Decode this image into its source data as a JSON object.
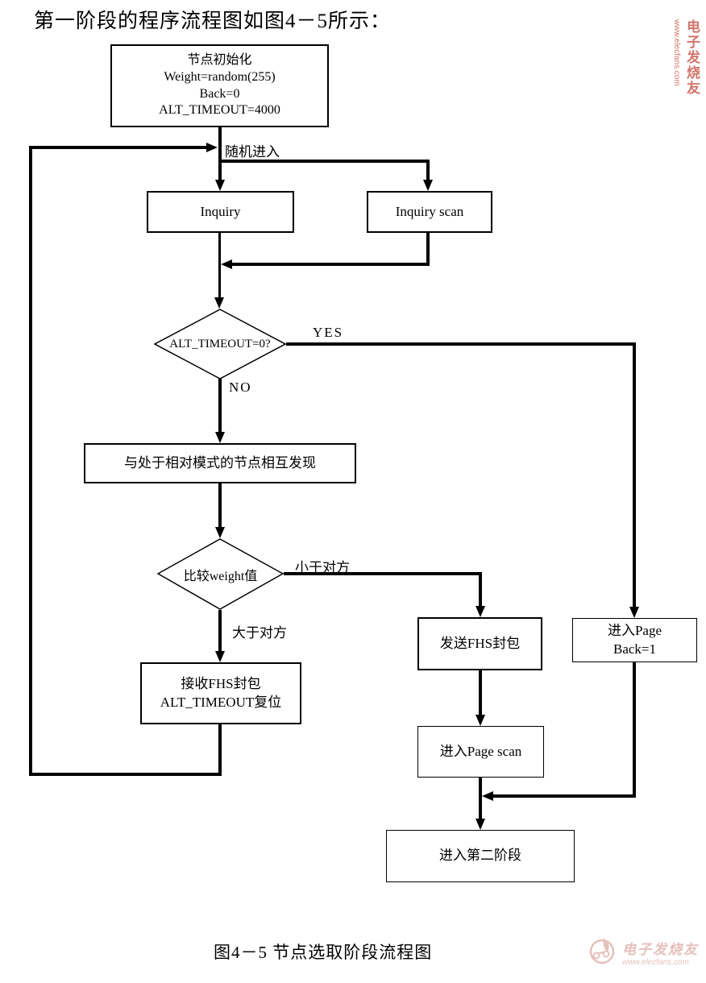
{
  "page": {
    "title": "第一阶段的程序流程图如图4－5所示：",
    "caption": "图4－5 节点选取阶段流程图"
  },
  "nodes": {
    "init": {
      "lines": [
        "节点初始化",
        "Weight=random(255)",
        "Back=0",
        "ALT_TIMEOUT=4000"
      ]
    },
    "inquiry": {
      "label": "Inquiry"
    },
    "inquiry_scan": {
      "label": "Inquiry scan"
    },
    "alt_timeout_decision": {
      "label": "ALT_TIMEOUT=0?"
    },
    "discovery": {
      "label": "与处于相对模式的节点相互发现"
    },
    "compare_weight": {
      "label": "比较weight值"
    },
    "receive_fhs": {
      "lines": [
        "接收FHS封包",
        "ALT_TIMEOUT复位"
      ]
    },
    "send_fhs": {
      "label": "发送FHS封包"
    },
    "enter_page": {
      "lines": [
        "进入Page",
        "Back=1"
      ]
    },
    "enter_page_scan": {
      "label": "进入Page scan"
    },
    "enter_phase2": {
      "label": "进入第二阶段"
    }
  },
  "edge_labels": {
    "random_entry": "随机进入",
    "yes": "YES",
    "no": "NO",
    "less_than": "小于对方",
    "greater_than": "大于对方"
  },
  "watermark": {
    "brand": "电子发烧友",
    "url": "www.elecfans.com",
    "top_color": "#c2473c",
    "bottom_color": "#cf8d83"
  },
  "colors": {
    "line": "#000000",
    "background": "#ffffff"
  }
}
